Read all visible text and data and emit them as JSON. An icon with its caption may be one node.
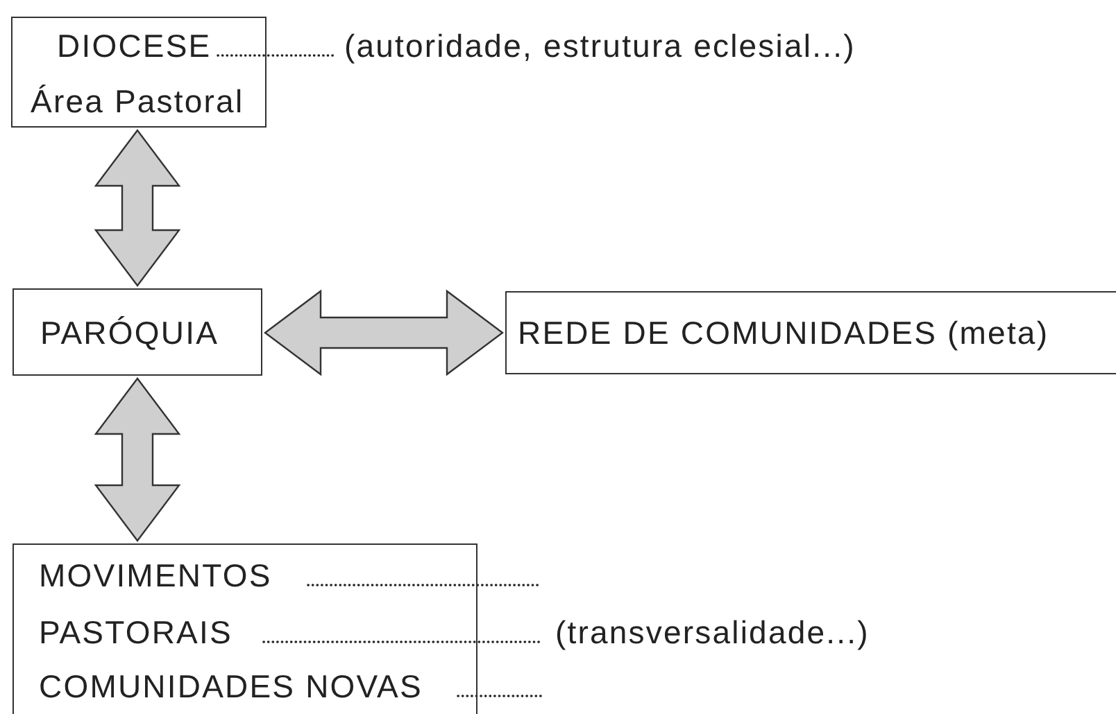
{
  "diagram": {
    "nodes": [
      {
        "text": [
          "DIOCESE",
          "Área Pastoral"
        ],
        "beside": [
          "(autoridade, estrutura eclesial...)"
        ]
      },
      {
        "text": [
          "PARÓQUIA"
        ]
      },
      {
        "text": [
          "REDE DE COMUNIDADES (meta)"
        ]
      },
      {
        "text": [
          "MOVIMENTOS",
          "PASTORAIS",
          "COMUNIDADES NOVAS"
        ],
        "beside": [
          "(transversalidade...)"
        ]
      }
    ],
    "edges": [
      {
        "from": 0,
        "to": 1,
        "arrow": "both"
      },
      {
        "from": 1,
        "to": 2,
        "arrow": "both"
      },
      {
        "from": 1,
        "to": 3,
        "arrow": "both"
      },
      {
        "from": 0,
        "to": null,
        "arrow": "none",
        "style": "dashed"
      },
      {
        "from": 3,
        "to": null,
        "arrow": "none",
        "style": "dashed"
      },
      {
        "from": 3,
        "to": null,
        "arrow": "none",
        "style": "dashed"
      },
      {
        "from": 3,
        "to": null,
        "arrow": "none",
        "style": "dashed"
      }
    ]
  }
}
